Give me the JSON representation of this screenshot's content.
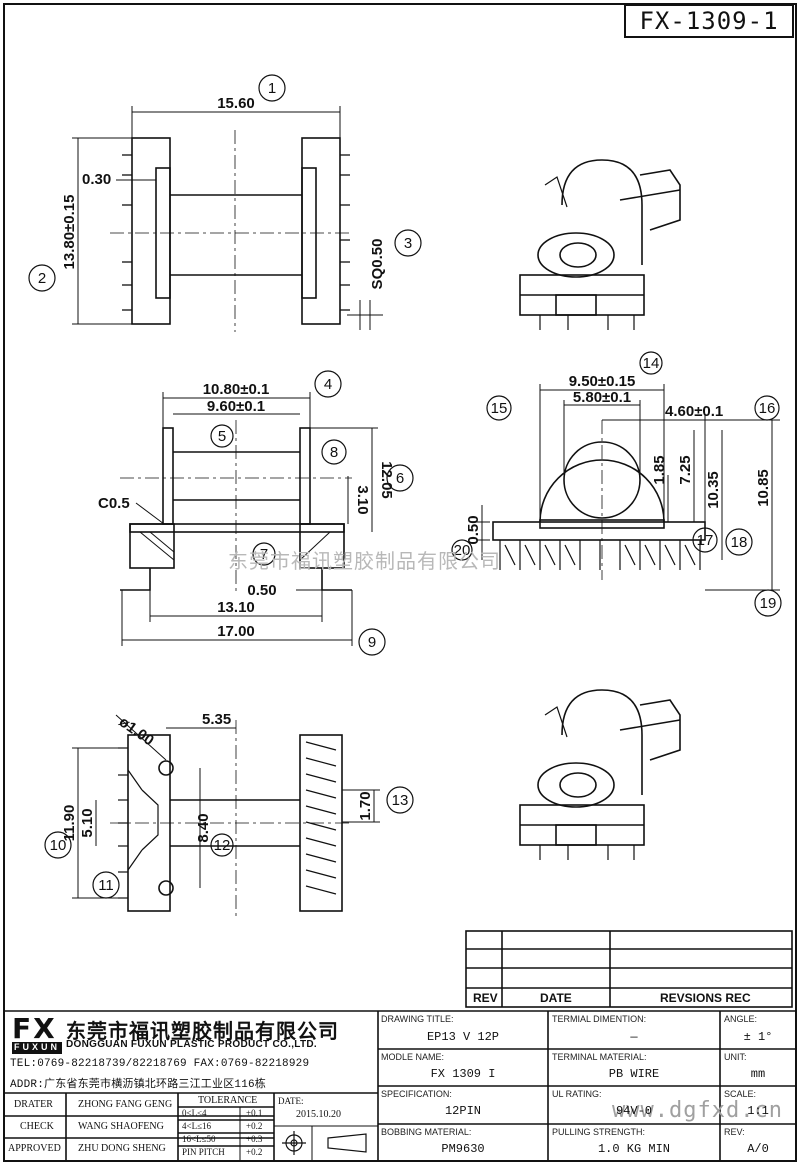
{
  "drawing_number": "FX-1309-1",
  "watermark_cn": "东莞市福讯塑胶制品有限公司",
  "watermark_url": "www.dgfxd.cn",
  "dimensions": {
    "d15_60": "15.60",
    "d0_30": "0.30",
    "d13_80": "13.80±0.15",
    "dsq050": "SQ0.50",
    "d10_80": "10.80±0.1",
    "d9_60": "9.60±0.1",
    "d3_10": "3.10",
    "d12_05": "12.05",
    "dc05": "C0.5",
    "d0_50a": "0.50",
    "d13_10": "13.10",
    "d17_00": "17.00",
    "d9_50": "9.50±0.15",
    "d5_80": "5.80±0.1",
    "d4_60": "4.60±0.1",
    "d1_85": "1.85",
    "d7_25": "7.25",
    "d10_35": "10.35",
    "d10_85": "10.85",
    "d0_50b": "0.50",
    "ddia1": "ø1.00",
    "d5_35": "5.35",
    "d11_90": "11.90",
    "d5_10": "5.10",
    "d8_40": "8.40",
    "d1_70": "1.70"
  },
  "balloons": [
    "1",
    "2",
    "3",
    "4",
    "5",
    "6",
    "7",
    "8",
    "9",
    "10",
    "11",
    "12",
    "13",
    "14",
    "15",
    "16",
    "17",
    "18",
    "19",
    "20"
  ],
  "revision_table": {
    "headers": [
      "REV",
      "DATE",
      "REVSIONS REC"
    ]
  },
  "company": {
    "logo_text": "FX",
    "logo_sub": "FUXUN",
    "name_cn": "东莞市福讯塑胶制品有限公司",
    "name_en": "DONGGUAN FUXUN PLASTIC PRODUCT CO.,LTD.",
    "tel": "TEL:0769-82218739/82218769 FAX:0769-82218929",
    "addr": "ADDR:广东省东莞市横沥镇北环路三江工业区116栋"
  },
  "approvals": [
    {
      "role": "DRATER",
      "name": "ZHONG FANG GENG"
    },
    {
      "role": "CHECK",
      "name": "WANG SHAOFENG"
    },
    {
      "role": "APPROVED",
      "name": "ZHU DONG SHENG"
    }
  ],
  "tolerance": {
    "title": "TOLERANCE",
    "rows": [
      {
        "range": "0<L≤4",
        "value": "+0.1"
      },
      {
        "range": "4<L≤16",
        "value": "+0.2"
      },
      {
        "range": "16<L≤50",
        "value": "+0.3"
      },
      {
        "range": "PIN PITCH",
        "value": "+0.2"
      }
    ]
  },
  "date": {
    "label": "DATE:",
    "value": "2015.10.20"
  },
  "fields": {
    "drawing_title": {
      "label": "DRAWING TITLE:",
      "value": "EP13 V 12P"
    },
    "terminal_dimention": {
      "label": "TERMIAL DIMENTION:",
      "value": "—"
    },
    "angle": {
      "label": "ANGLE:",
      "value": "± 1°"
    },
    "model_name": {
      "label": "MODLE NAME:",
      "value": "FX 1309 I"
    },
    "terminal_material": {
      "label": "TERMINAL MATERIAL:",
      "value": "PB WIRE"
    },
    "unit": {
      "label": "UNIT:",
      "value": "mm"
    },
    "specification": {
      "label": "SPECIFICATION:",
      "value": "12PIN"
    },
    "ul_rating": {
      "label": "UL RATING:",
      "value": "94V-0"
    },
    "scale": {
      "label": "SCALE:",
      "value": "1:1"
    },
    "bobbin_material": {
      "label": "BOBBING MATERIAL:",
      "value": "PM9630"
    },
    "pulling_strength": {
      "label": "PULLING STRENGTH:",
      "value": "1.0 KG MIN"
    },
    "rev": {
      "label": "REV:",
      "value": "A/0"
    }
  }
}
